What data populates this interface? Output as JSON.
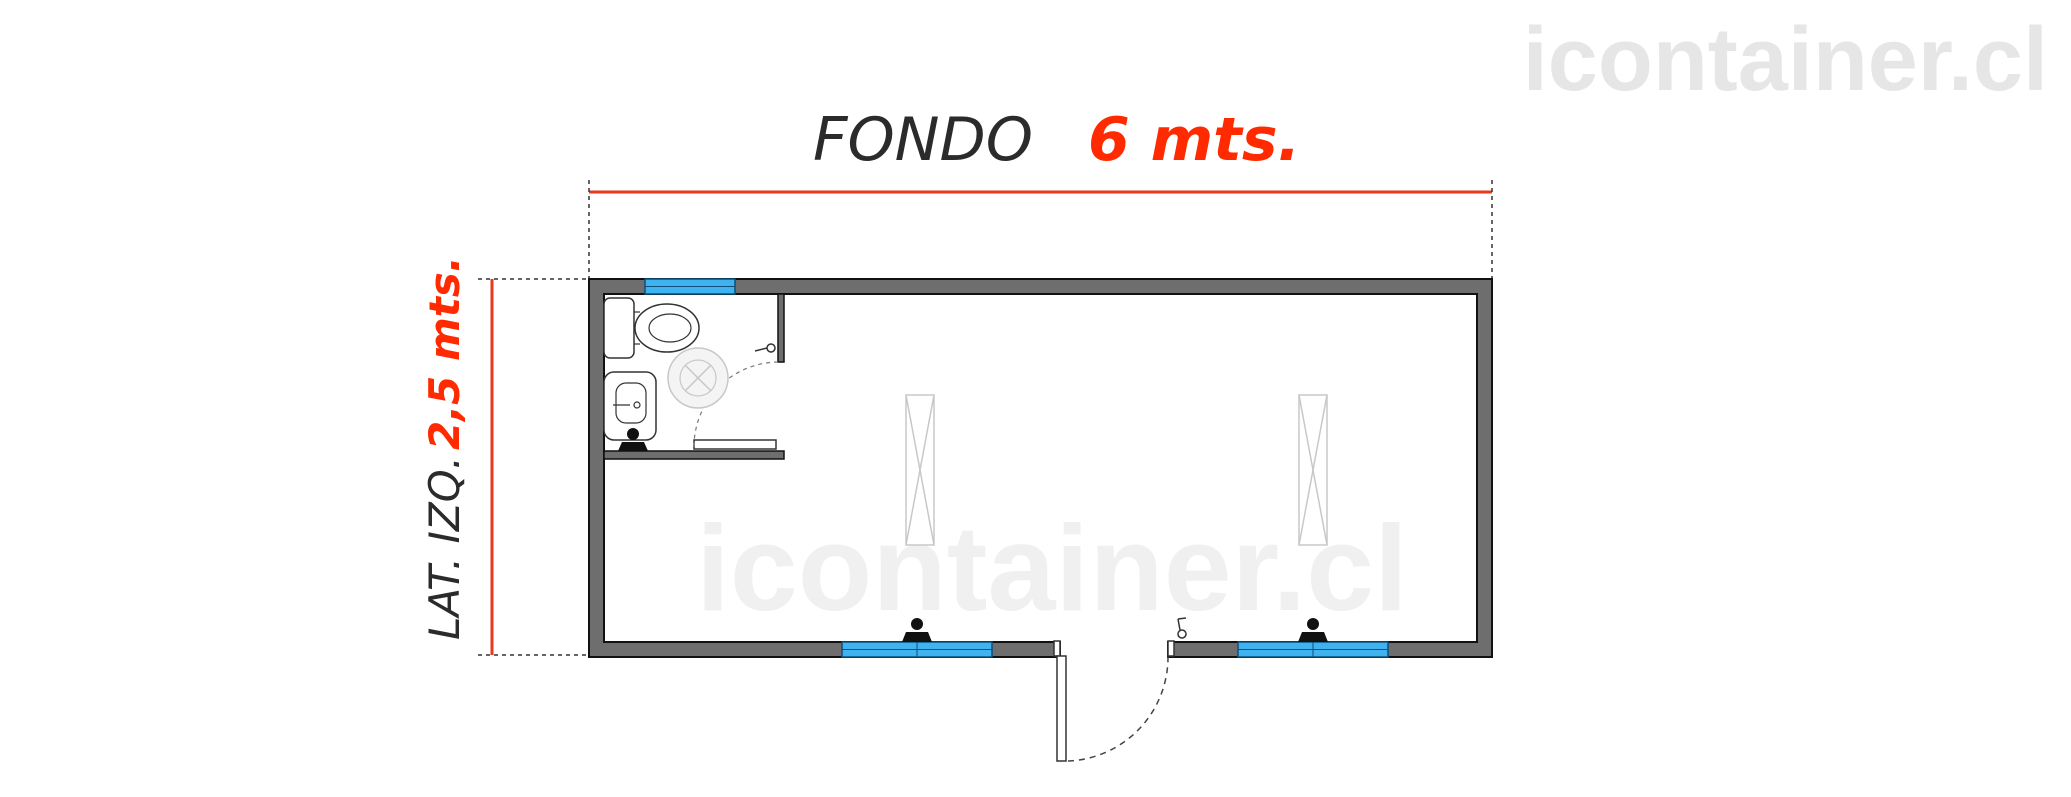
{
  "watermark": {
    "text": "icontainer.cl"
  },
  "dimensions": {
    "width": {
      "label": "FONDO",
      "value": "6 mts."
    },
    "depth": {
      "label": "LAT. IZQ.",
      "value": "2,5 mts."
    }
  },
  "colors": {
    "dimension_value": "#ff2a00",
    "dimension_line": "#e8391e",
    "wall": "#6e6e6e",
    "window_glass": "#3fb2f0",
    "watermark": "#e6e6e6"
  }
}
